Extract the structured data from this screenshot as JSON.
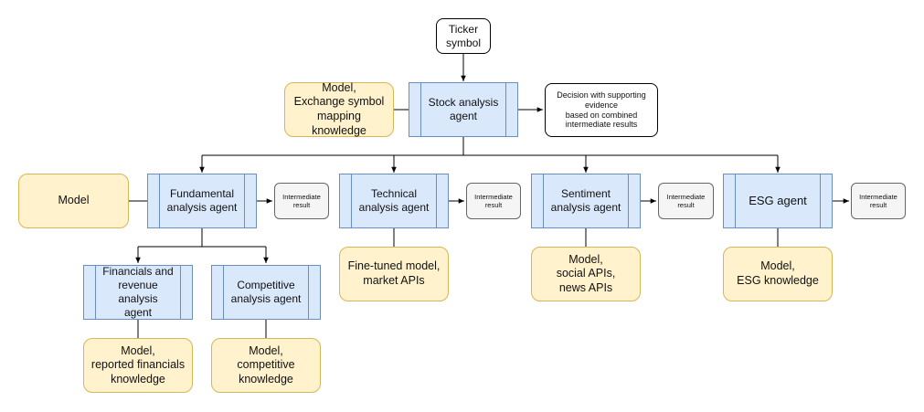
{
  "diagram": {
    "input": {
      "label": "Ticker\nsymbol"
    },
    "top_agent": {
      "label": "Stock analysis\nagent",
      "knowledge": "Model,\nExchange symbol\nmapping knowledge",
      "output": "Decision with supporting\nevidence\nbased on combined\nintermediate results"
    },
    "agents": {
      "fundamental": {
        "label": "Fundamental\nanalysis agent",
        "result": "Intermediate\nresult",
        "knowledge": "Model"
      },
      "technical": {
        "label": "Technical\nanalysis agent",
        "result": "Intermediate\nresult",
        "knowledge": "Fine-tuned model,\nmarket APIs"
      },
      "sentiment": {
        "label": "Sentiment\nanalysis agent",
        "result": "Intermediate\nresult",
        "knowledge": "Model,\nsocial APIs,\nnews APIs"
      },
      "esg": {
        "label": "ESG agent",
        "result": "Intermediate\nresult",
        "knowledge": "Model,\nESG knowledge"
      }
    },
    "sub_agents": {
      "financials": {
        "label": "Financials and\nrevenue analysis\nagent",
        "knowledge": "Model,\nreported financials\nknowledge"
      },
      "competitive": {
        "label": "Competitive\nanalysis agent",
        "knowledge": "Model,\ncompetitive\nknowledge"
      }
    }
  }
}
